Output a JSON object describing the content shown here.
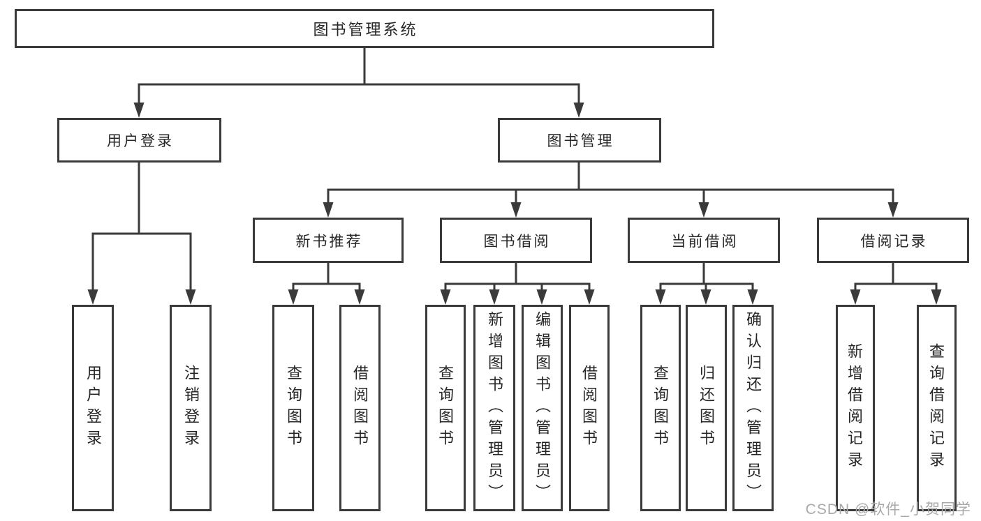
{
  "diagram": {
    "root": {
      "label": "图书管理系统"
    },
    "branches": [
      {
        "label": "用户登录",
        "children": [
          {
            "label": "用户登录"
          },
          {
            "label": "注销登录"
          }
        ]
      },
      {
        "label": "图书管理",
        "children": [
          {
            "label": "新书推荐",
            "children": [
              {
                "label": "查询图书"
              },
              {
                "label": "借阅图书"
              }
            ]
          },
          {
            "label": "图书借阅",
            "children": [
              {
                "label": "查询图书"
              },
              {
                "label": "新增图书（管理员）"
              },
              {
                "label": "编辑图书（管理员）"
              },
              {
                "label": "借阅图书"
              }
            ]
          },
          {
            "label": "当前借阅",
            "children": [
              {
                "label": "查询图书"
              },
              {
                "label": "归还图书"
              },
              {
                "label": "确认归还（管理员）"
              }
            ]
          },
          {
            "label": "借阅记录",
            "children": [
              {
                "label": "新增借阅记录"
              },
              {
                "label": "查询借阅记录"
              }
            ]
          }
        ]
      }
    ]
  },
  "watermark": {
    "text": "CSDN @软件_小贺同学"
  },
  "colors": {
    "line": "#3a3a3a",
    "text": "#262626",
    "background": "#ffffff",
    "watermark": "#a9a9a9"
  }
}
